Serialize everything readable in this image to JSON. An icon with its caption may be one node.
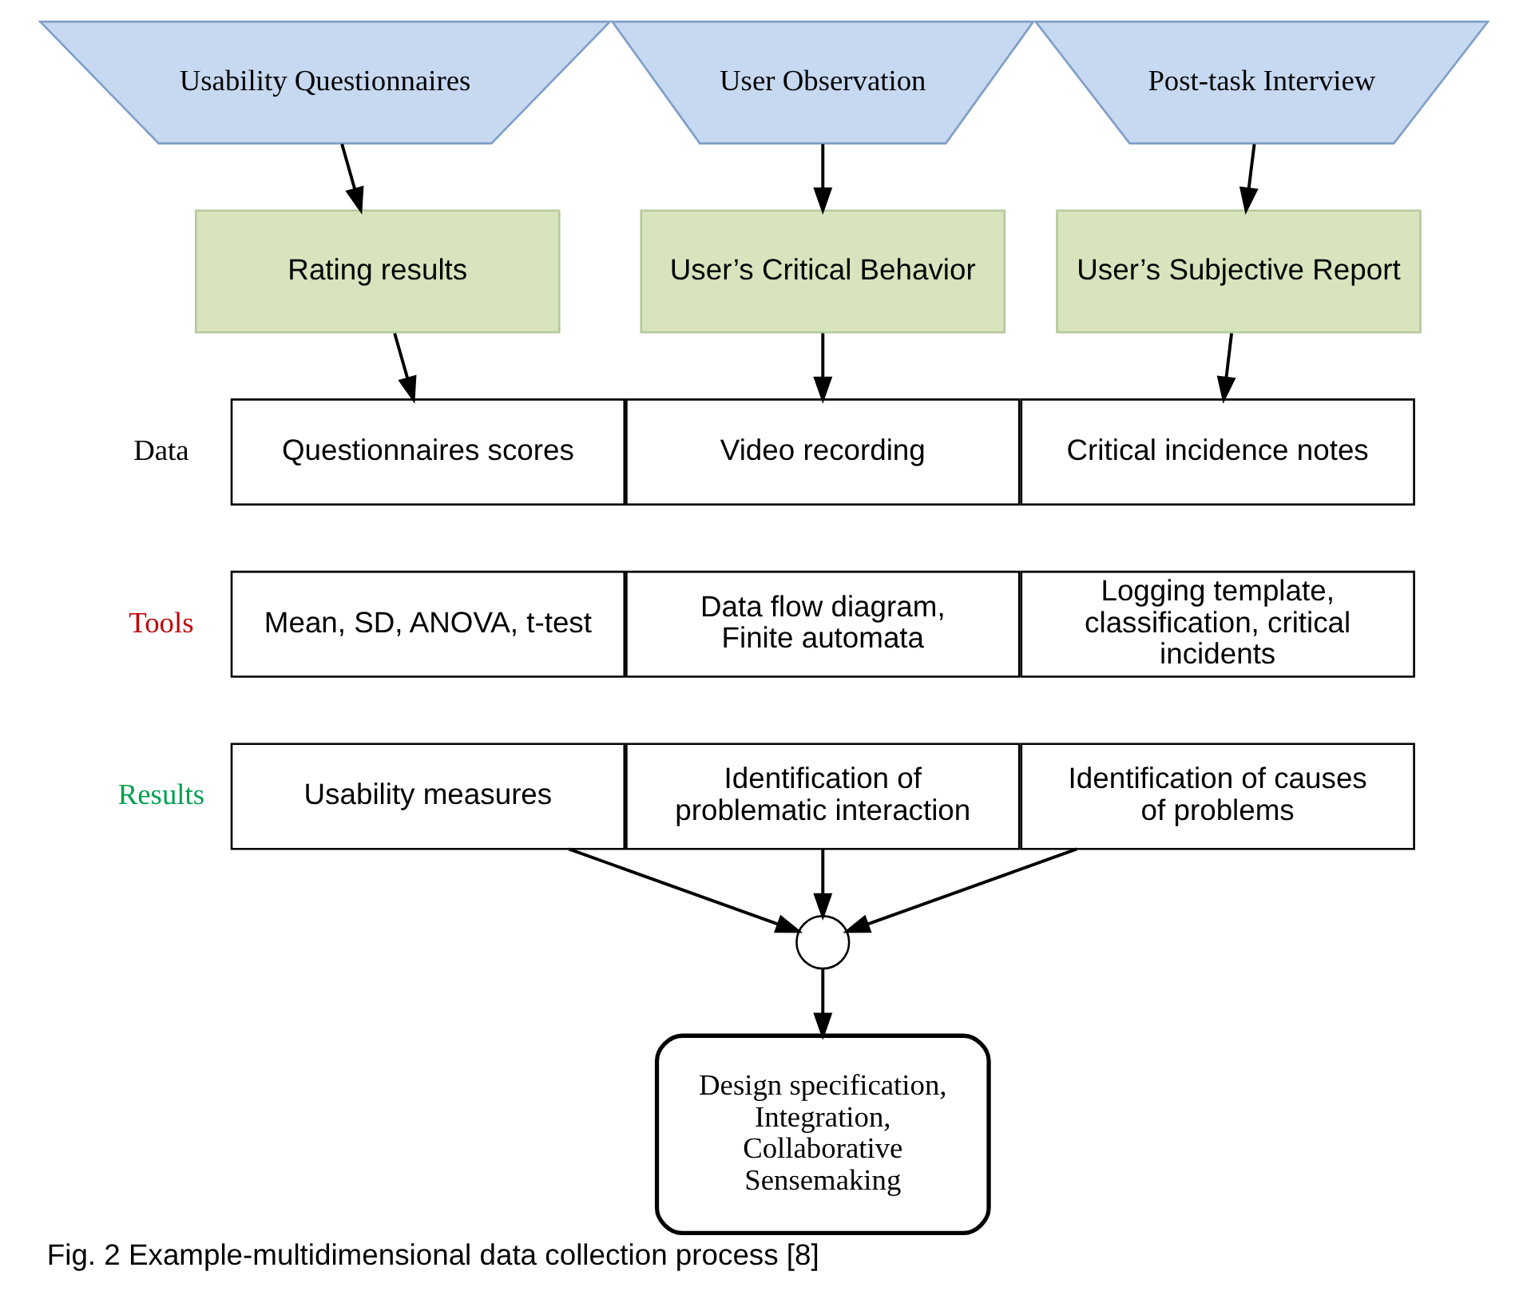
{
  "diagram": {
    "caption": "Fig. 2 Example-multidimensional data collection process [8]",
    "nodes": [
      {
        "text": [
          "Usability Questionnaires"
        ]
      },
      {
        "text": [
          "User Observation"
        ]
      },
      {
        "text": [
          "Post-task Interview"
        ]
      },
      {
        "text": [
          "Rating results"
        ]
      },
      {
        "text": [
          "User’s Critical Behavior"
        ]
      },
      {
        "text": [
          "User’s Subjective Report"
        ]
      },
      {
        "text": [
          "Questionnaires scores"
        ]
      },
      {
        "text": [
          "Video recording"
        ]
      },
      {
        "text": [
          "Critical incidence notes"
        ]
      },
      {
        "text": [
          "Mean, SD, ANOVA, t-test"
        ]
      },
      {
        "text": [
          "Data flow diagram, Finite automata"
        ]
      },
      {
        "text": [
          "Logging template, classification, critical incidents"
        ]
      },
      {
        "text": [
          "Usability measures"
        ]
      },
      {
        "text": [
          "Identification of problematic interaction"
        ]
      },
      {
        "text": [
          "Identification of causes of problems"
        ]
      },
      {
        "text": [],
        "shape": "circle"
      },
      {
        "text": [
          "Design specification, Integration, Collaborative Sensemaking"
        ]
      }
    ],
    "edges": [
      {
        "from": 0,
        "to": 3,
        "arrow": "to"
      },
      {
        "from": 1,
        "to": 4,
        "arrow": "to"
      },
      {
        "from": 2,
        "to": 5,
        "arrow": "to"
      },
      {
        "from": 3,
        "to": 6,
        "arrow": "to"
      },
      {
        "from": 4,
        "to": 7,
        "arrow": "to"
      },
      {
        "from": 5,
        "to": 8,
        "arrow": "to"
      },
      {
        "from": 12,
        "to": 15,
        "arrow": "to"
      },
      {
        "from": 13,
        "to": 15,
        "arrow": "to"
      },
      {
        "from": 14,
        "to": 15,
        "arrow": "to"
      },
      {
        "from": 15,
        "to": 16,
        "arrow": "to"
      }
    ],
    "labels": [
      "Data",
      "Tools",
      "Results"
    ]
  }
}
